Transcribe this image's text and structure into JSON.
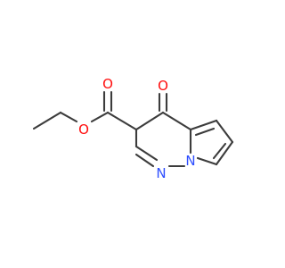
{
  "molecule": {
    "atoms": [
      {
        "id": "O_ketone",
        "element": "O",
        "label": "O",
        "color": "#ff0d0d"
      },
      {
        "id": "O_carbonyl",
        "element": "O",
        "label": "O",
        "color": "#ff0d0d"
      },
      {
        "id": "O_ester",
        "element": "O",
        "label": "O",
        "color": "#ff0d0d"
      },
      {
        "id": "N_imine",
        "element": "N",
        "label": "N",
        "color": "#2f4fff"
      },
      {
        "id": "N_bridge",
        "element": "N",
        "label": "N",
        "color": "#2f4fff"
      }
    ],
    "bond_color": "#3c3c3c"
  }
}
